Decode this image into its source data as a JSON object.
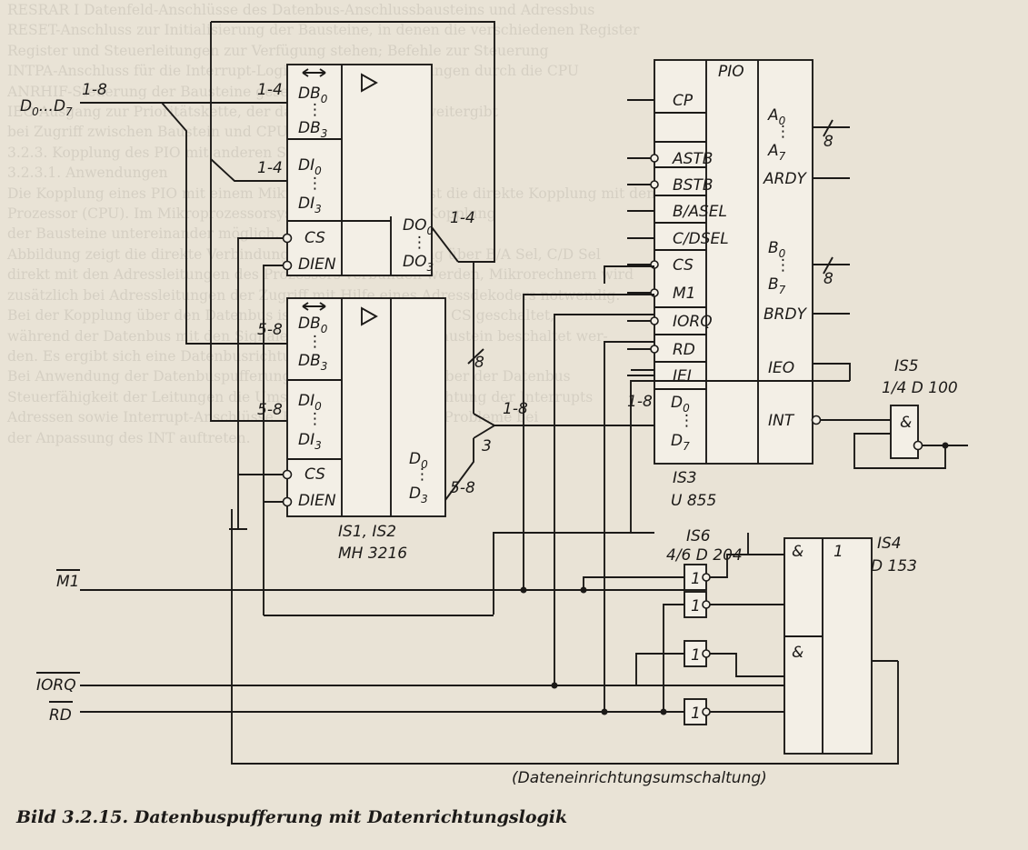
{
  "caption": "Bild 3.2.15. Datenbuspufferung mit Datenrichtungslogik",
  "background_text": [
    "RESRAR I Datenfeld-Anschlüsse des Datenbus-Anschlussbausteins und Adressbus",
    "RESET-Anschluss zur Initialisierung der Bausteine, in denen die verschiedenen Register",
    "Register und Steuerleitungen zur Verfügung stehen; Befehle zur Steuerung",
    "INTPA-Anschluss für die Interrupt-Logik, der über die Leitungen durch die CPU",
    "ANRHIF-Steuerung der Bausteine gesetzt",
    "IEO  Ausgang zur Prioritätskette, der das Interrupt-Signal weitergibt",
    "   bei Zugriff zwischen Baustein und CPU",
    "",
    "",
    "",
    "3.2.3.   Kopplung des PIO mit anderen Systemen",
    "",
    "3.2.3.1. Anwendungen",
    "",
    "Die Kopplung eines PIO mit einem Mikroprozessorsystem ist die direkte Kopplung mit dem",
    "Prozessor (CPU). Im Mikroprozessorsystem ist die direkte Kopplung",
    "der Bausteine untereinander möglich.",
    "Abbildung zeigt die direkte Verbindung und die Ansteuerung über B/A Sel, C/D Sel",
    "direkt mit den Adressleitungen des Prozessors verbunden werden, Mikrorechnern wird",
    "zusätzlich bei Adressleitungen der Zugriff mit Hilfe eines Adressdekoders notwendig.",
    "Bei der Kopplung über den Datenbus ist die Ansteuerung des CS geschaltet,",
    "während der Datenbus mit den Signalen bewirkt, dass der Baustein beschaltet wer-",
    "den. Es ergibt sich eine Datenbusrichtung für den Datenbus.",
    "Bei Anwendung der Datenbuspufferung ergeben sich gegenüber der Datenbus",
    "Steuerfähigkeit der Leitungen die Umschaltung der Datenrichtung der Interrupts",
    "Adressen sowie Interrupt-Anschlüsse. Es können damit aber Probleme bei",
    "der Anpassung des INT auftreten."
  ],
  "blocks": {
    "is12_top": {
      "db_label": "DB",
      "db_first_sub": "0",
      "db_last_sub": "3",
      "di_label": "DI",
      "di_first_sub": "0",
      "di_last_sub": "3",
      "do_label": "DO",
      "do_first_sub": "0",
      "do_last_sub": "3",
      "cs_label": "CS",
      "dien_label": "DIEN"
    },
    "is12_bottom": {
      "db_label": "DB",
      "db_first_sub": "0",
      "db_last_sub": "3",
      "di_label": "DI",
      "di_first_sub": "0",
      "di_last_sub": "3",
      "d_label": "D",
      "d_first_sub": "0",
      "d_last_sub": "3",
      "cs_label": "CS",
      "dien_label": "DIEN",
      "name": "IS1, IS2",
      "type": "MH 3216"
    },
    "pio": {
      "title": "PIO",
      "pins_left": [
        "CP",
        "ASTB",
        "BSTB",
        "B/ASEL",
        "C/DSEL",
        "CS",
        "M1",
        "IORQ",
        "RD",
        "IEI"
      ],
      "d_label": "D",
      "d_first_sub": "0",
      "d_last_sub": "7",
      "a_label": "A",
      "a_first_sub": "0",
      "a_last_sub": "7",
      "b_label": "B",
      "b_first_sub": "0",
      "b_last_sub": "7",
      "ardy": "ARDY",
      "brdy": "BRDY",
      "ieo": "IEO",
      "int": "INT",
      "name": "IS3",
      "type": "U 855"
    },
    "is4": {
      "name": "IS4",
      "type": "D 153",
      "and_sym": "&",
      "or_sym": "1"
    },
    "is5": {
      "name": "IS5",
      "type": "1/4 D 100",
      "and_sym": "&"
    },
    "is6": {
      "name": "IS6",
      "type": "4/6 D 204",
      "inv_sym": "1"
    }
  },
  "signals": {
    "data_bus_input": "D",
    "data_bus_first_sub": "0",
    "data_bus_last_sub": "7",
    "data_bus_separator": "...",
    "bus_range_all": "1-8",
    "bus_range_low": "1-4",
    "bus_range_high": "5-8",
    "bus_width": "8",
    "bus_count_3": "3",
    "m1": "M1",
    "iorq": "IORQ",
    "rd": "RD",
    "direction_switch": "(Dateneinrichtungsumschaltung)"
  },
  "colors": {
    "paper": "#e9e3d6",
    "ink": "#1c1a18",
    "box_fill": "#f3efe6"
  }
}
